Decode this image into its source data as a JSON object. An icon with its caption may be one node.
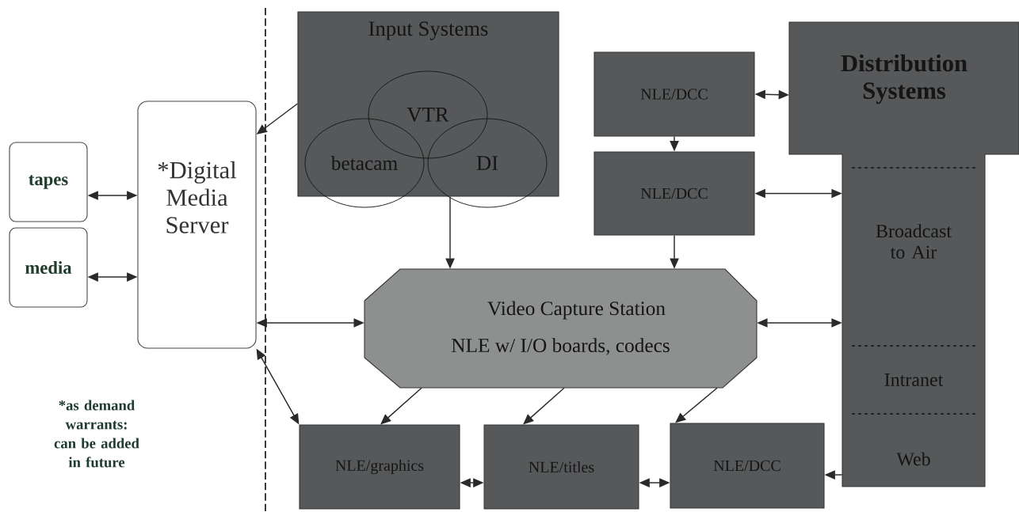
{
  "diagram": {
    "nodes": [
      {
        "text": [
          "tapes"
        ]
      },
      {
        "text": [
          "media"
        ]
      },
      {
        "text": [
          "*Digital Media Server"
        ]
      },
      {
        "text": [
          "Input Systems"
        ]
      },
      {
        "text": [
          "VTR"
        ],
        "in": 3
      },
      {
        "text": [
          "betacam"
        ],
        "in": 3
      },
      {
        "text": [
          "DI"
        ],
        "in": 3
      },
      {
        "text": [
          "NLE/DCC"
        ]
      },
      {
        "text": [
          "NLE/DCC"
        ]
      },
      {
        "text": [
          "Distribution Systems",
          "Broadcast to Air",
          "Intranet",
          "Web"
        ]
      },
      {
        "text": [
          "Video Capture Station",
          "NLE w/ I/O boards, codecs"
        ]
      },
      {
        "text": [
          "NLE/graphics"
        ]
      },
      {
        "text": [
          "NLE/titles"
        ]
      },
      {
        "text": [
          "NLE/DCC"
        ]
      }
    ],
    "edges": [
      {
        "from": 0,
        "to": 2,
        "arrow": "both"
      },
      {
        "from": 1,
        "to": 2,
        "arrow": "both"
      },
      {
        "from": 3,
        "to": 2,
        "arrow": "to"
      },
      {
        "from": 3,
        "to": 10,
        "arrow": "to"
      },
      {
        "from": 7,
        "to": 9,
        "arrow": "both"
      },
      {
        "from": 7,
        "to": 8,
        "arrow": "to"
      },
      {
        "from": 8,
        "to": 9,
        "arrow": "both"
      },
      {
        "from": 8,
        "to": 10,
        "arrow": "to"
      },
      {
        "from": 10,
        "to": 2,
        "arrow": "both"
      },
      {
        "from": 10,
        "to": 9,
        "arrow": "both"
      },
      {
        "from": 2,
        "to": 11,
        "arrow": "both"
      },
      {
        "from": 10,
        "to": 11,
        "arrow": "to"
      },
      {
        "from": 10,
        "to": 12,
        "arrow": "to"
      },
      {
        "from": 10,
        "to": 13,
        "arrow": "to"
      },
      {
        "from": 11,
        "to": 12,
        "arrow": "both"
      },
      {
        "from": 12,
        "to": 13,
        "arrow": "both"
      },
      {
        "from": 9,
        "to": 13,
        "arrow": "to"
      }
    ],
    "labels": [
      "*as demand warrants: can be added in future"
    ]
  }
}
